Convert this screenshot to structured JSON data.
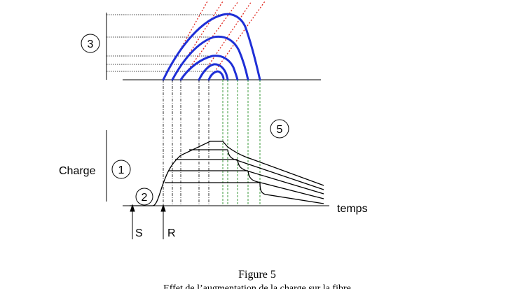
{
  "markers": {
    "one": "1",
    "two": "2",
    "three": "3",
    "five": "5"
  },
  "labels": {
    "charge": "Charge",
    "temps": "temps",
    "s": "S",
    "r": "R"
  },
  "caption": {
    "figure": "Figure 5",
    "subtitle": "Effet de l’augmentation de la charge sur la fibre"
  },
  "colors": {
    "curves_top": "#1f2fd6",
    "tangent_lines": "#e0241b",
    "green_guides": "#3b9a3b",
    "black": "#000000"
  }
}
